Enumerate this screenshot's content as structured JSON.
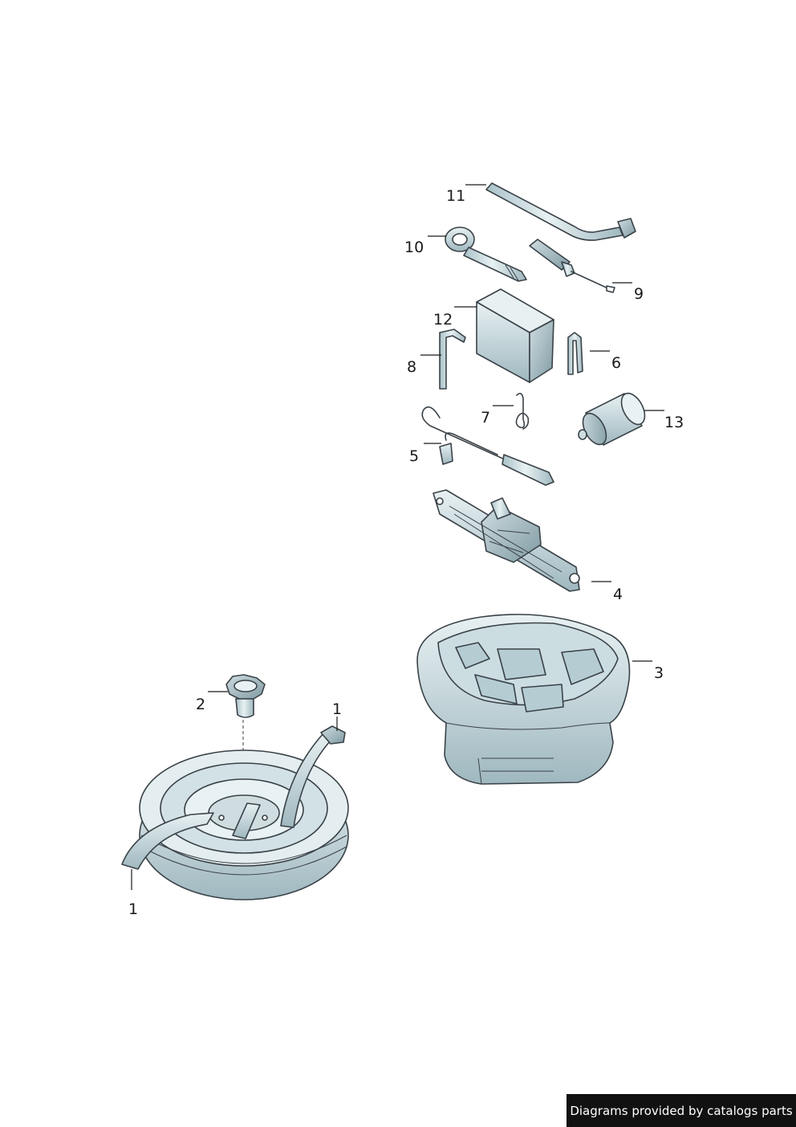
{
  "diagram": {
    "callouts": [
      "1",
      "1",
      "2",
      "3",
      "4",
      "5",
      "6",
      "7",
      "8",
      "9",
      "10",
      "11",
      "12",
      "13"
    ]
  },
  "footer": {
    "credit": "Diagrams provided by catalogs parts"
  },
  "colors": {
    "part_fill": "#d7e6ea",
    "part_shade": "#a9c2c9",
    "outline": "#3a4248",
    "banner_background": "#111111"
  }
}
